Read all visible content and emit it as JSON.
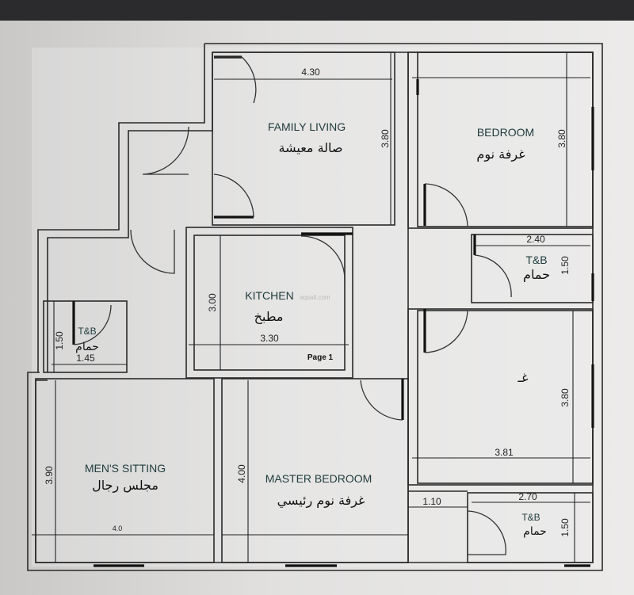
{
  "rooms": {
    "family_living": {
      "en": "FAMILY LIVING",
      "ar": "صالة معيشة",
      "width": "4.30",
      "length": "3.80"
    },
    "bedroom": {
      "en": "BEDROOM",
      "ar": "غرفة نوم",
      "length": "3.80"
    },
    "tb_right": {
      "en": "T&B",
      "ar": "حمام",
      "width": "2.40",
      "length": "1.50"
    },
    "kitchen": {
      "en": "KITCHEN",
      "ar": "مطبخ",
      "width": "3.30",
      "length": "3.00"
    },
    "tb_left": {
      "en": "T&B",
      "ar": "حمام",
      "width": "1.45",
      "length": "1.50"
    },
    "bedroom2": {
      "ar": "غـ",
      "width": "3.81",
      "length": "3.80"
    },
    "mens_sitting": {
      "en": "MEN'S SITTING",
      "ar": "مجلس رجال",
      "width": "4.0",
      "length": "3.90"
    },
    "master_bedroom": {
      "en": "MASTER BEDROOM",
      "ar": "غرفة نوم رئيسي",
      "length": "4.00",
      "width": "1.10"
    },
    "tb_bottom": {
      "en": "T&B",
      "ar": "حمام",
      "width": "2.70",
      "length": "1.50"
    }
  },
  "page_label": "Page 1",
  "watermark": "aqsalt.com"
}
